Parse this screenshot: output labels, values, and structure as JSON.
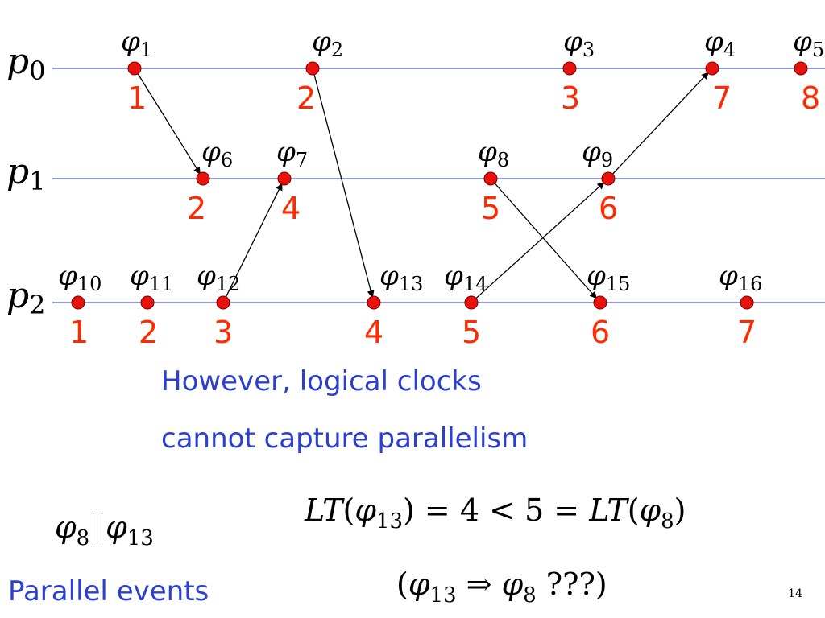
{
  "processes": [
    {
      "id": "p0",
      "base": "p",
      "sub": "0"
    },
    {
      "id": "p1",
      "base": "p",
      "sub": "1"
    },
    {
      "id": "p2",
      "base": "p",
      "sub": "2"
    }
  ],
  "events": [
    {
      "id": 1,
      "proc": 0,
      "label_sub": "1",
      "clock": "1"
    },
    {
      "id": 2,
      "proc": 0,
      "label_sub": "2",
      "clock": "2"
    },
    {
      "id": 3,
      "proc": 0,
      "label_sub": "3",
      "clock": "3"
    },
    {
      "id": 4,
      "proc": 0,
      "label_sub": "4",
      "clock": "7"
    },
    {
      "id": 5,
      "proc": 0,
      "label_sub": "5",
      "clock": "8"
    },
    {
      "id": 6,
      "proc": 1,
      "label_sub": "6",
      "clock": "2"
    },
    {
      "id": 7,
      "proc": 1,
      "label_sub": "7",
      "clock": "4"
    },
    {
      "id": 8,
      "proc": 1,
      "label_sub": "8",
      "clock": "5"
    },
    {
      "id": 9,
      "proc": 1,
      "label_sub": "9",
      "clock": "6"
    },
    {
      "id": 10,
      "proc": 2,
      "label_sub": "10",
      "clock": "1"
    },
    {
      "id": 11,
      "proc": 2,
      "label_sub": "11",
      "clock": "2"
    },
    {
      "id": 12,
      "proc": 2,
      "label_sub": "12",
      "clock": "3"
    },
    {
      "id": 13,
      "proc": 2,
      "label_sub": "13",
      "clock": "4"
    },
    {
      "id": 14,
      "proc": 2,
      "label_sub": "14",
      "clock": "5"
    },
    {
      "id": 15,
      "proc": 2,
      "label_sub": "15",
      "clock": "6"
    },
    {
      "id": 16,
      "proc": 2,
      "label_sub": "16",
      "clock": "7"
    }
  ],
  "messages": [
    {
      "from": 1,
      "to": 6
    },
    {
      "from": 2,
      "to": 13
    },
    {
      "from": 12,
      "to": 7
    },
    {
      "from": 8,
      "to": 15
    },
    {
      "from": 14,
      "to": 9
    },
    {
      "from": 9,
      "to": 4
    }
  ],
  "symbol": "φ",
  "notes": {
    "line1": "However, logical clocks",
    "line2": "cannot capture parallelism",
    "parallel_events": "Parallel events"
  },
  "formulas": {
    "parallel": {
      "a": "8",
      "b": "13"
    },
    "lt": {
      "prefix": "LT",
      "arg1": "13",
      "middle": ") = 4 < 5 = ",
      "arg2": "8"
    },
    "implies": {
      "a": "13",
      "arrow": "⇒",
      "b": "8",
      "tail": " ???)"
    }
  },
  "colors": {
    "timeline": "#4d5fd1",
    "dot": "#e8120c",
    "clock": "#ff2a00",
    "note": "#2b3fd0"
  },
  "slide_number": "14"
}
